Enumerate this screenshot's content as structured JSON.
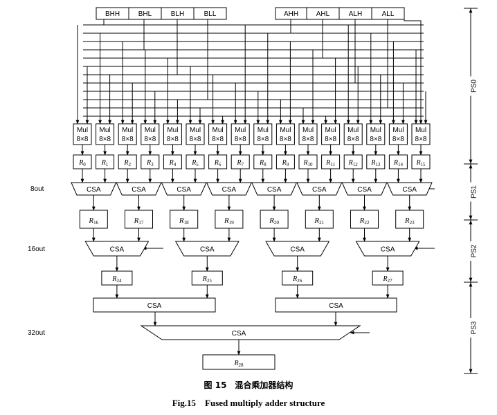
{
  "inputs_b": [
    "BHH",
    "BHL",
    "BLH",
    "BLL"
  ],
  "inputs_a": [
    "AHH",
    "AHL",
    "ALH",
    "ALL"
  ],
  "mul_label": "Mul",
  "mul_size": "8×8",
  "regs_level1": [
    "0",
    "1",
    "2",
    "3",
    "4",
    "5",
    "6",
    "7",
    "8",
    "9",
    "10",
    "11",
    "12",
    "13",
    "14",
    "15"
  ],
  "regs_level2": [
    "16",
    "17",
    "18",
    "19",
    "20",
    "21",
    "22",
    "23"
  ],
  "regs_level3": [
    "24",
    "25",
    "26",
    "27"
  ],
  "reg_final": "28",
  "reg_letter": "R",
  "csa_label": "CSA",
  "side_labels": {
    "out8": "8out",
    "out16": "16out",
    "out32": "32out"
  },
  "stages": [
    "PS0",
    "PS1",
    "PS2",
    "PS3"
  ],
  "caption": {
    "cn": "图 15　混合乘加器结构",
    "en": "Fig.15　Fused multiply adder structure"
  }
}
